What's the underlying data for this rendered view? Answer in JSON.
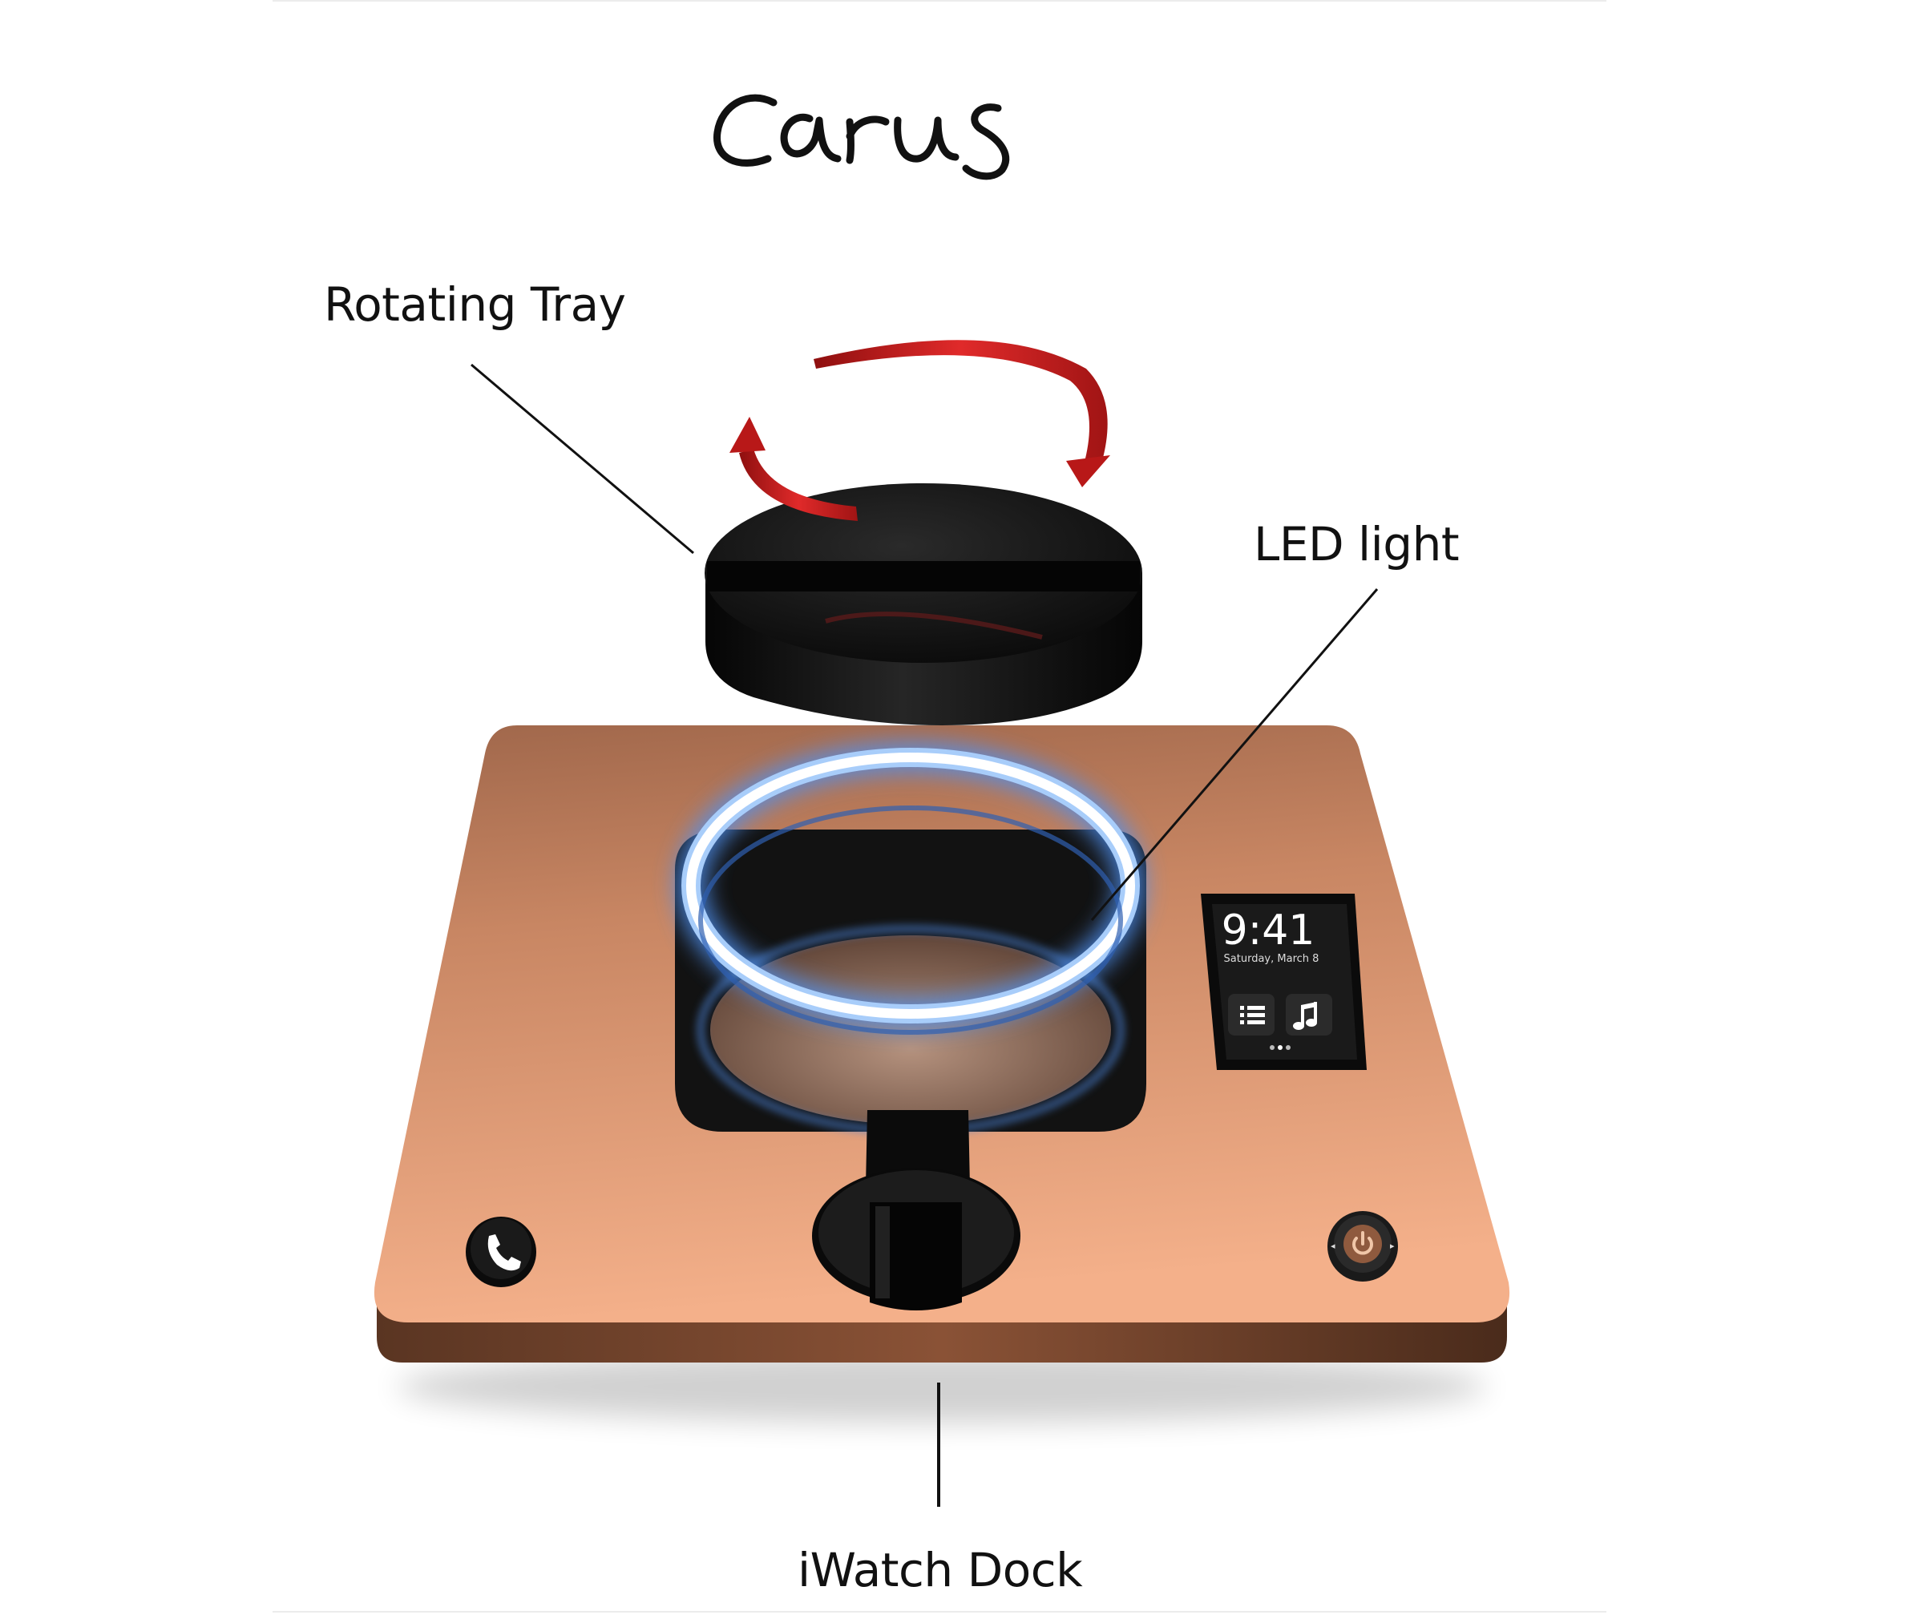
{
  "brand": {
    "logo_text": "Carus"
  },
  "callouts": {
    "rotating_tray": "Rotating Tray",
    "led_light": "LED light",
    "dock": "iWatch Dock"
  },
  "watch_screen": {
    "time": "9:41",
    "date": "Saturday, March 8",
    "apps": [
      "list-icon",
      "music-note-icon"
    ],
    "page_dots": 3
  },
  "icons": {
    "left_button": "phone-icon",
    "right_button": "power-icon"
  },
  "colors": {
    "copper_light": "#f2ae86",
    "copper_dark": "#a8684a",
    "tray_black": "#0e0e0e",
    "arrow_red": "#c81d1d",
    "led_blue": "#5b9df0",
    "led_core": "#ffffff",
    "leader_line": "#111111"
  }
}
